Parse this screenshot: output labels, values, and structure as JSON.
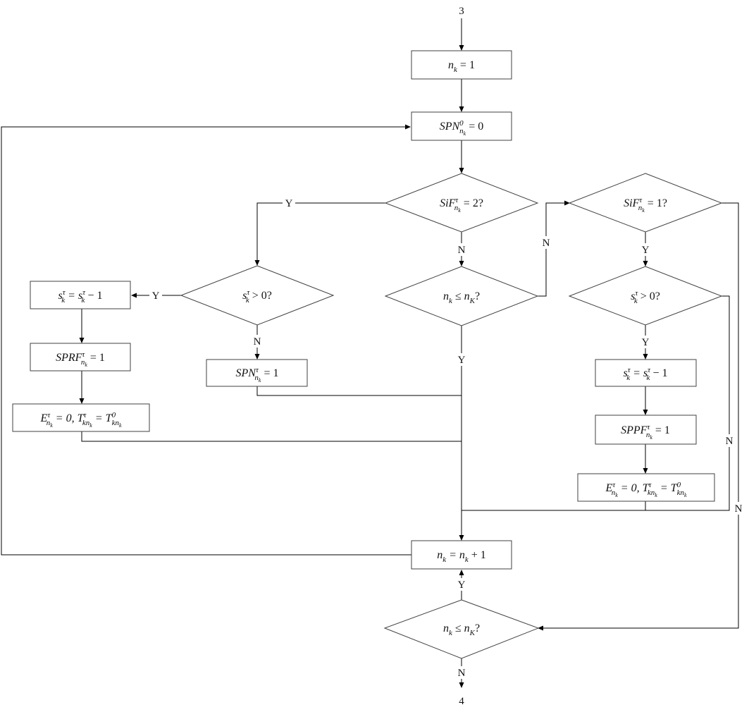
{
  "connectors": {
    "entry": "3",
    "exit": "4"
  },
  "boxes": {
    "init_nk": "n_k = 1",
    "reset_spn": "SPN_{n_k}^0 = 0",
    "dec_s_left": "s_k^τ = s_k^τ − 1",
    "set_sprf": "SPRF_{n_k}^τ = 1",
    "reset_e_left": "E_{n_k}^τ = 0, T_{kn_k}^τ = T_{kn_k}^0",
    "set_spn": "SPN_{n_k}^τ = 1",
    "dec_s_right": "s_k^τ = s_k^τ − 1",
    "set_sppf": "SPPF_{n_k}^τ = 1",
    "reset_e_right": "E_{n_k}^τ = 0, T_{kn_k}^τ = T_{kn_k}^0",
    "inc_nk": "n_k = n_k + 1"
  },
  "decisions": {
    "sif_2": "SiF_{n_k}^τ = 2?",
    "s_pos_left": "s_k^τ > 0?",
    "nk_le_mid": "n_k ≤ n_K?",
    "sif_1": "SiF_{n_k}^τ = 1?",
    "s_pos_right": "s_k^τ > 0?",
    "nk_le_bottom": "n_k ≤ n_K?"
  },
  "edge_labels": {
    "sif2_yes": "Y",
    "sif2_no": "N",
    "sleft_yes": "Y",
    "sleft_no": "N",
    "nkmid_no": "N",
    "nkmid_yes": "Y",
    "sif1_yes": "Y",
    "sright_yes": "Y",
    "sright_no": "N",
    "sif1_no": "N",
    "nkbot_yes": "Y",
    "nkbot_no": "N"
  }
}
